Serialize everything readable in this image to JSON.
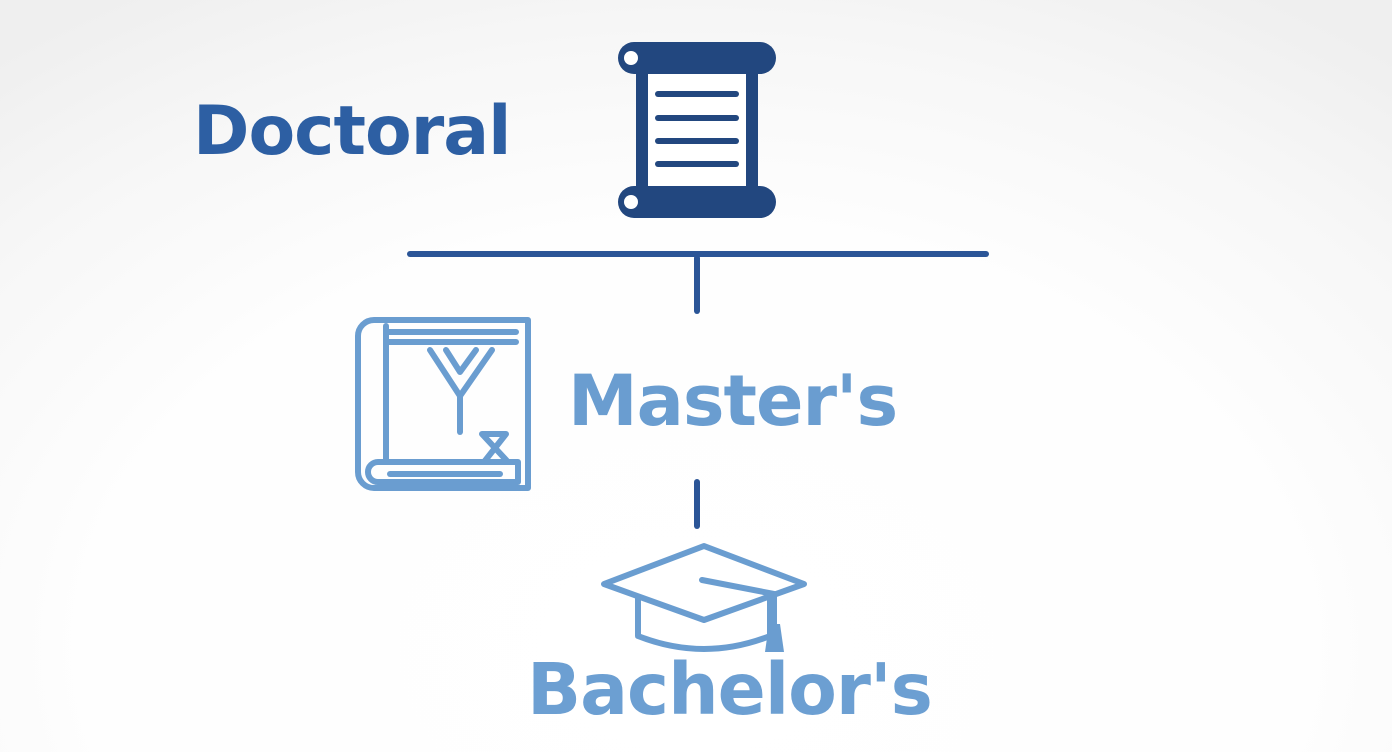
{
  "colors": {
    "doctoral": "#2d5fa3",
    "masters": "#6a9dd0",
    "bachelors": "#6c9fd2",
    "line_dark": "#2b5597",
    "icon_dark": "#22477f",
    "icon_light": "#6a9dd0"
  },
  "levels": [
    {
      "label": "Doctoral",
      "icon": "diploma-scroll-icon"
    },
    {
      "label": "Master's",
      "icon": "thesis-book-icon"
    },
    {
      "label": "Bachelor's",
      "icon": "graduation-cap-icon"
    }
  ]
}
